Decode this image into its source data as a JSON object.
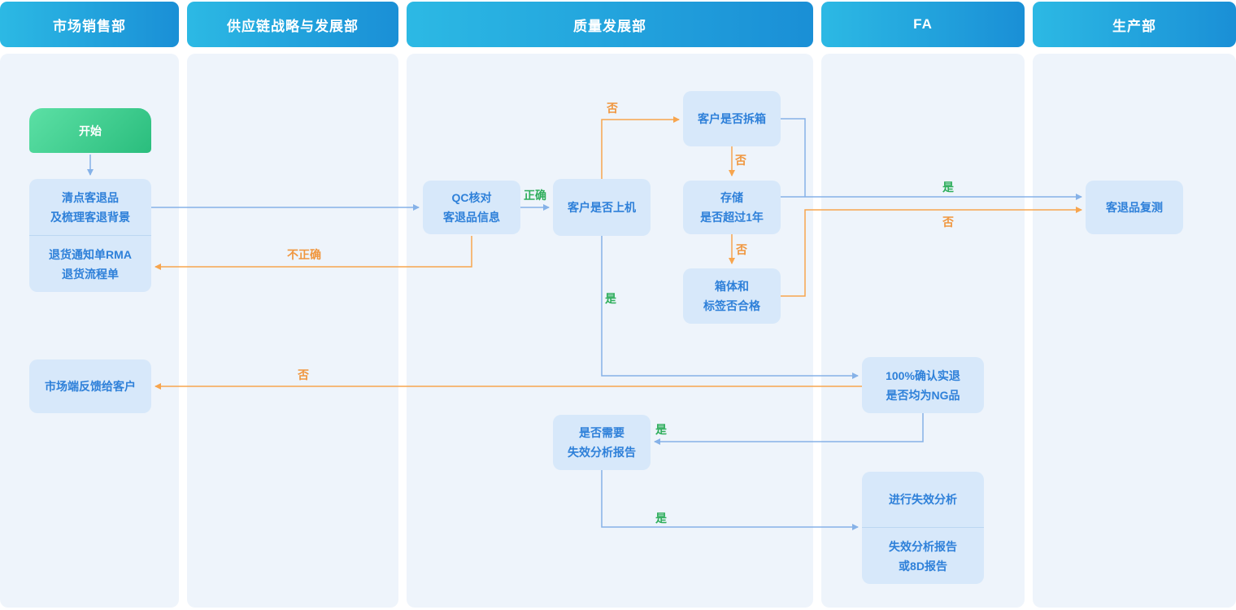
{
  "lanes": [
    {
      "title": "市场销售部"
    },
    {
      "title": "供应链战略与发展部"
    },
    {
      "title": "质量发展部"
    },
    {
      "title": "FA"
    },
    {
      "title": "生产部"
    }
  ],
  "nodes": {
    "start": {
      "line1": "开始"
    },
    "count_returns": {
      "line1": "清点客退品",
      "line2": "及梳理客退背景"
    },
    "rma_form": {
      "line1": "退货通知单RMA",
      "line2": "退货流程单"
    },
    "qc_verify": {
      "line1": "QC核对",
      "line2": "客退品信息"
    },
    "customer_on_machine": {
      "line1": "客户是否上机"
    },
    "customer_unboxed": {
      "line1": "客户是否拆箱"
    },
    "storage_over_1yr": {
      "line1": "存储",
      "line2": "是否超过1年"
    },
    "box_label_ok": {
      "line1": "箱体和",
      "line2": "标签否合格"
    },
    "retest": {
      "line1": "客退品复测"
    },
    "feedback_customer": {
      "line1": "市场端反馈给客户"
    },
    "confirm_ng": {
      "line1": "100%确认实退",
      "line2": "是否均为NG品"
    },
    "need_fa_report": {
      "line1": "是否需要",
      "line2": "失效分析报告"
    },
    "do_fa": {
      "line1": "进行失效分析"
    },
    "fa_report": {
      "line1": "失效分析报告",
      "line2": "或8D报告"
    }
  },
  "edge_labels": {
    "qc_correct": "正确",
    "qc_incorrect": "不正确",
    "on_machine_no": "否",
    "unbox_no": "否",
    "storage_no": "否",
    "retest_yes": "是",
    "retest_no": "否",
    "on_machine_yes": "是",
    "ng_no": "否",
    "ng_yes": "是",
    "need_fa_yes": "是"
  },
  "colors": {
    "lane_header_gradient_start": "#2cb9e4",
    "lane_header_gradient_end": "#1a8fd6",
    "lane_body_bg": "#eef4fb",
    "node_bg": "#d7e8fa",
    "node_text": "#2e80d9",
    "start_gradient_start": "#5ce0a5",
    "start_gradient_end": "#2abd7d",
    "connector_blue": "#86b2e8",
    "connector_orange": "#f7a54e",
    "label_green": "#2fae5c",
    "label_orange": "#f0963e"
  }
}
